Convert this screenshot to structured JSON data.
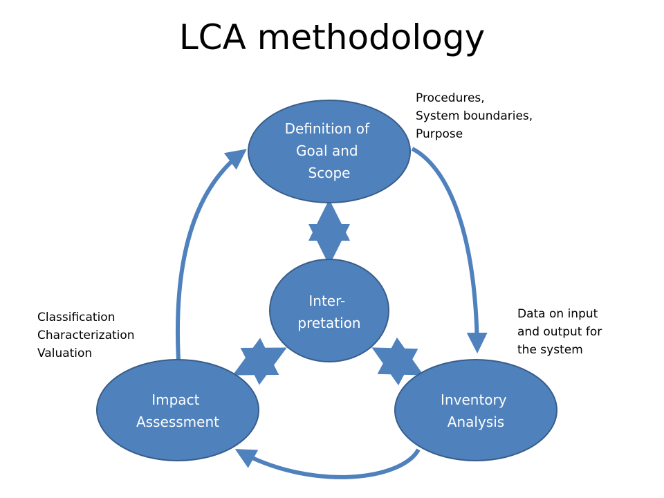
{
  "title": "LCA methodology",
  "colors": {
    "node_fill": "#4f81bd",
    "node_stroke": "#385d8a",
    "arrow": "#4f81bd"
  },
  "nodes": {
    "goal_scope": {
      "lines": [
        "Definition of",
        "Goal and",
        "Scope"
      ]
    },
    "interpretation": {
      "lines": [
        "Inter-",
        "pretation"
      ]
    },
    "impact": {
      "lines": [
        "Impact",
        "Assessment"
      ]
    },
    "inventory": {
      "lines": [
        "Inventory",
        "Analysis"
      ]
    }
  },
  "notes": {
    "goal_scope": [
      "Procedures,",
      "System boundaries,",
      "Purpose"
    ],
    "inventory": [
      "Data on input",
      "and output for",
      "the system"
    ],
    "impact": [
      "Classification",
      "Characterization",
      "Valuation"
    ]
  }
}
